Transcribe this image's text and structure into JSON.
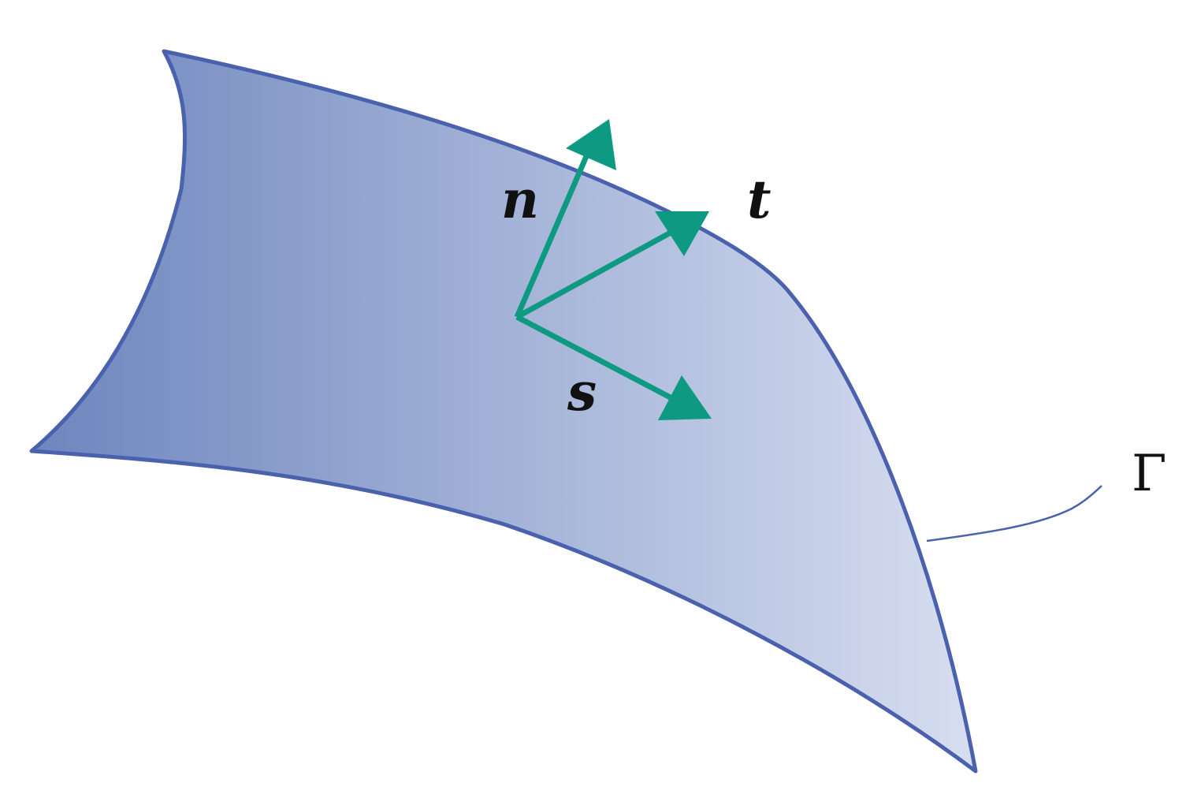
{
  "labels": {
    "normal_vector": "n",
    "tangent_vector": "t",
    "binormal_vector": "s",
    "surface": "Γ"
  },
  "colors": {
    "surface_fill_dark": "#6e86be",
    "surface_fill_light": "#d7def0",
    "surface_edge": "#4a62ae",
    "vector": "#0e9a82",
    "text": "#111111"
  }
}
